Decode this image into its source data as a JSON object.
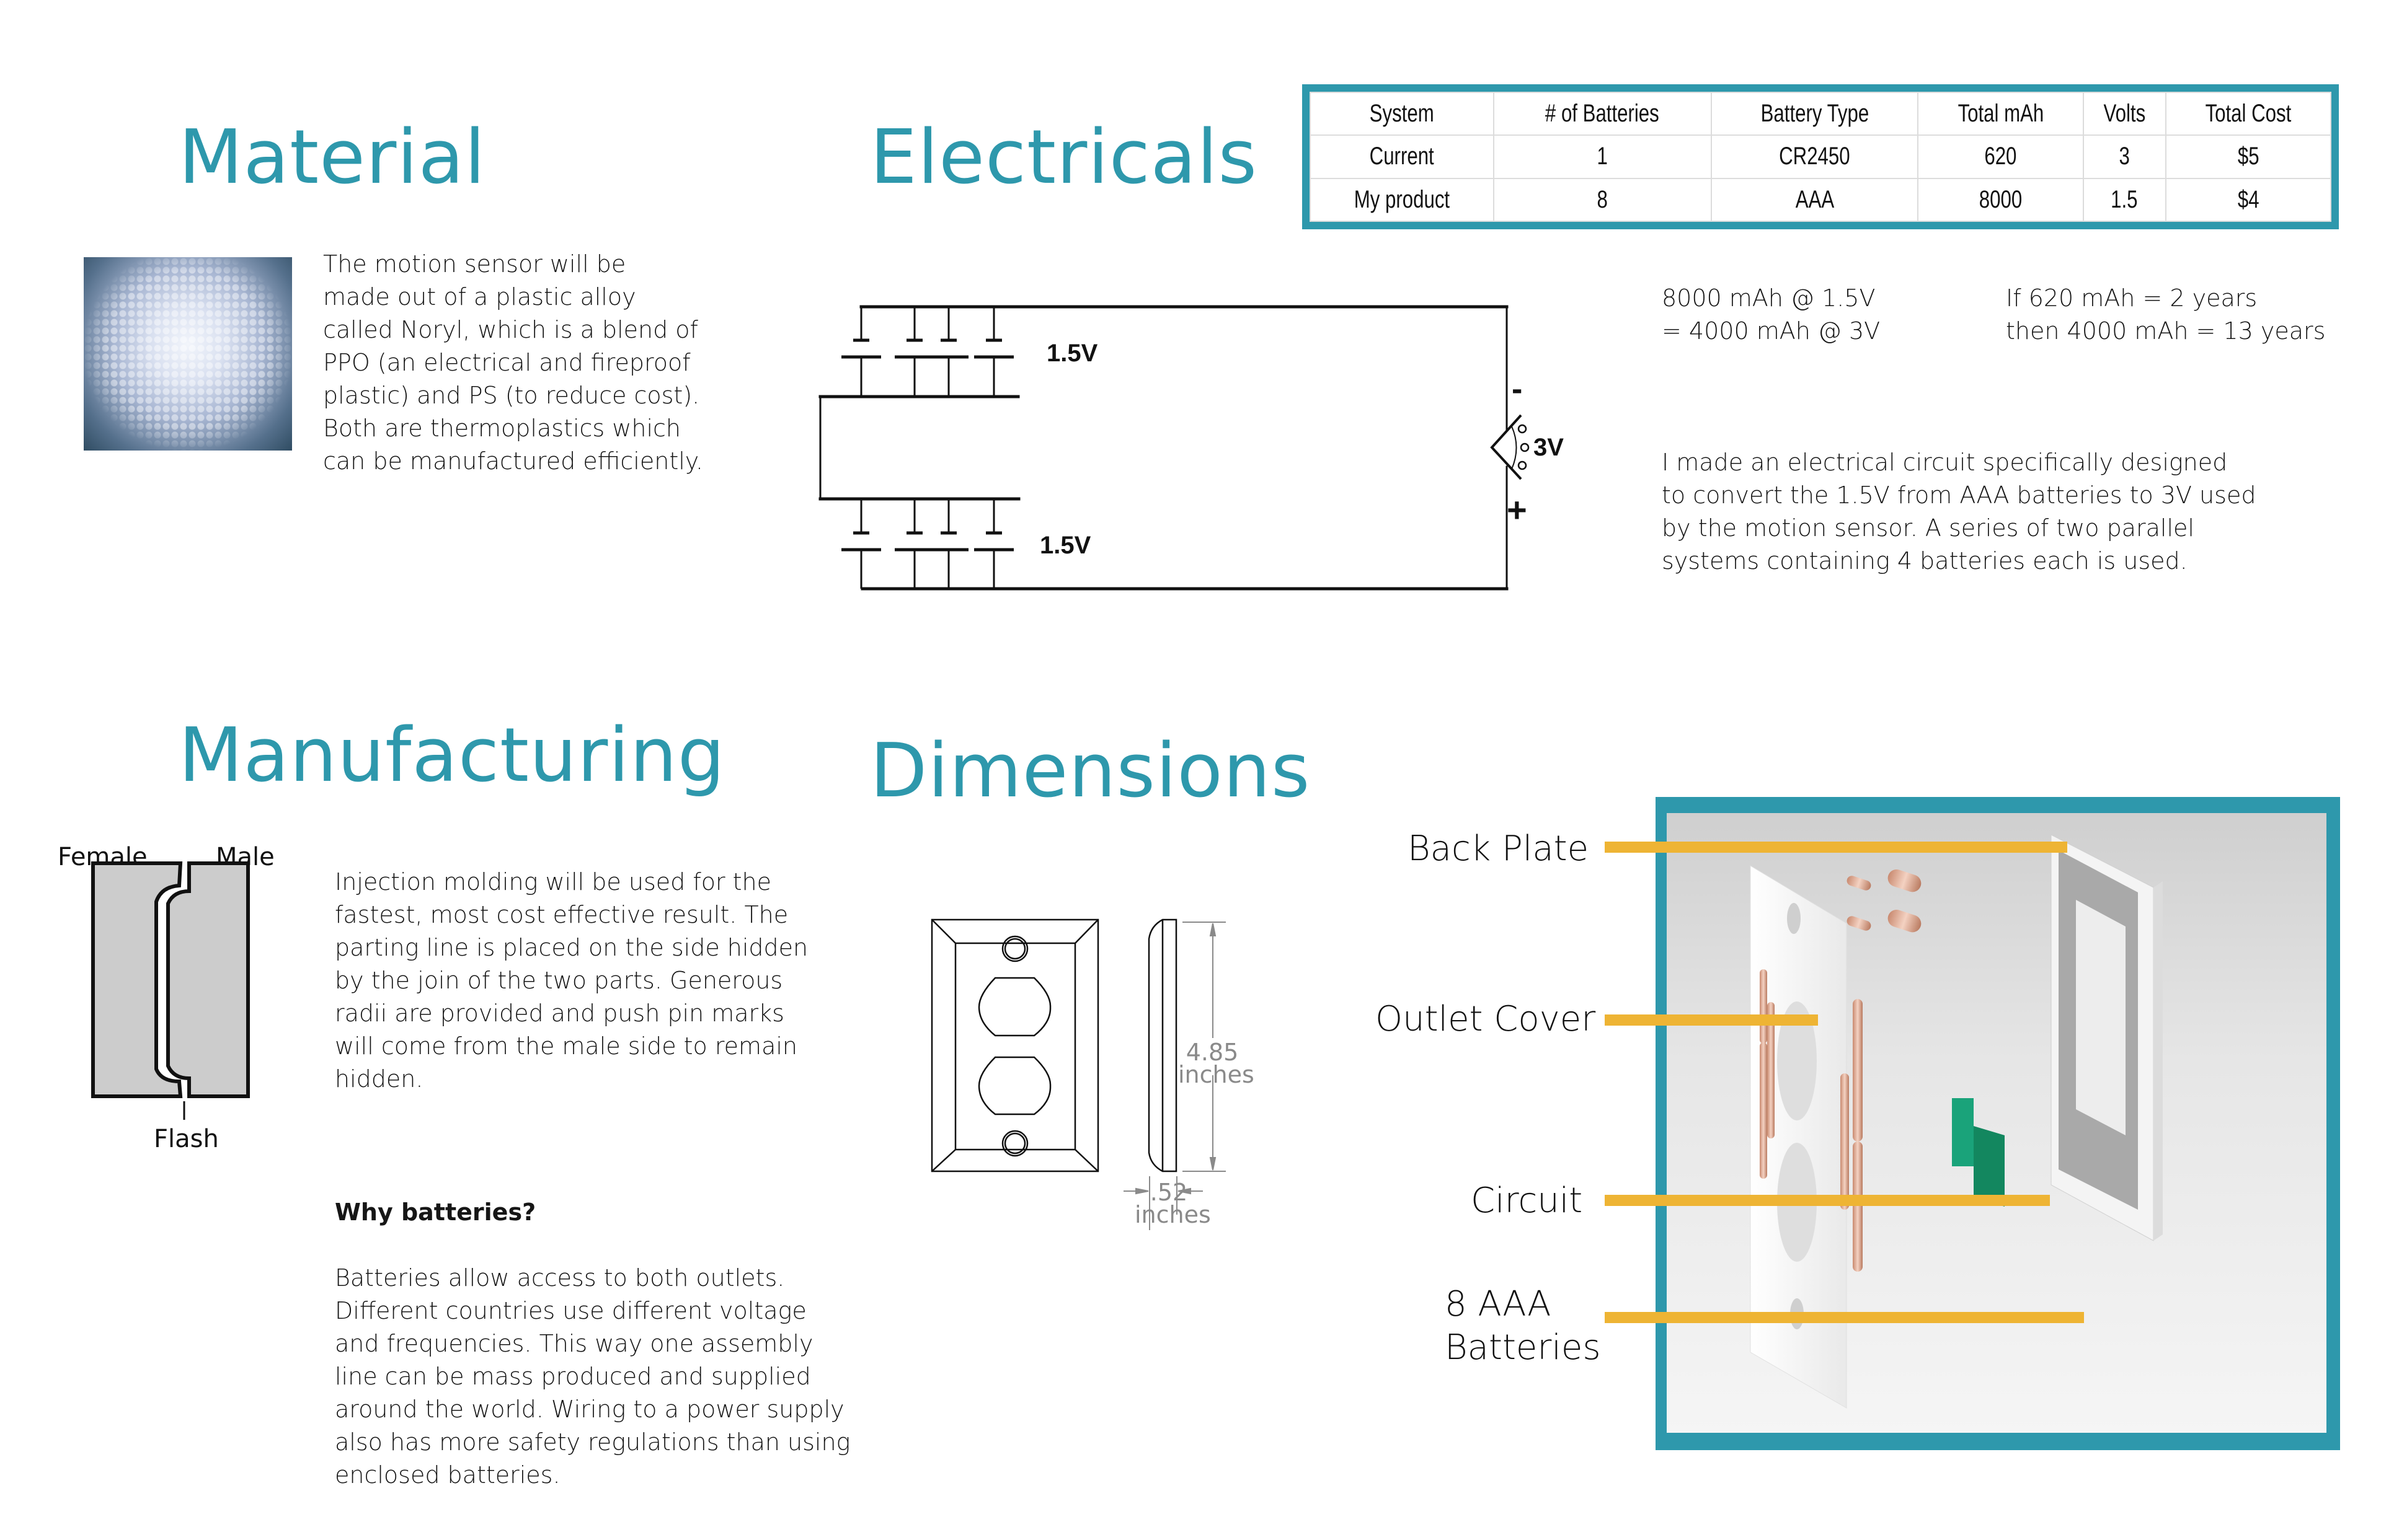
{
  "sections": {
    "material": {
      "title": "Material",
      "image_alt": "noryl-pellets-photo",
      "text_lines": [
        "The motion sensor will be",
        "made out of a plastic alloy",
        "called Noryl, which is a blend of",
        "PPO (an electrical and fireproof",
        "plastic) and PS (to reduce cost).",
        "Both are thermoplastics which",
        "can be manufactured efficiently."
      ]
    },
    "electricals": {
      "title": "Electricals",
      "table": {
        "headers": [
          "System",
          "# of Batteries",
          "Battery Type",
          "Total mAh",
          "Volts",
          "Total Cost"
        ],
        "rows": [
          [
            "Current",
            "1",
            "CR2450",
            "620",
            "3",
            "$5"
          ],
          [
            "My product",
            "8",
            "AAA",
            "8000",
            "1.5",
            "$4"
          ]
        ]
      },
      "circuit": {
        "top_bank_label": "1.5V",
        "bottom_bank_label": "1.5V",
        "sensor_label": "3V",
        "minus_label": "-",
        "plus_label": "+",
        "batteries_per_bank": 4
      },
      "calc_left": [
        "8000 mAh @ 1.5V",
        "= 4000 mAh @ 3V"
      ],
      "calc_right": [
        "If 620 mAh = 2 years",
        "then 4000 mAh = 13 years"
      ],
      "description_lines": [
        "I made an electrical circuit specifically designed",
        "to convert the 1.5V from AAA batteries to 3V used",
        "by the motion sensor. A series of two parallel",
        "systems containing 4 batteries each is used."
      ]
    },
    "manufacturing": {
      "title": "Manufacturing",
      "mold_labels": {
        "female": "Female",
        "male": "Male",
        "flash": "Flash"
      },
      "text_lines": [
        "Injection molding will be used for the",
        "fastest, most cost effective result. The",
        "parting line is placed on the side hidden",
        "by the join of the two parts. Generous",
        "radii are provided and push pin marks",
        "will come from the male side to remain",
        "hidden."
      ],
      "why_title": "Why batteries?",
      "why_lines": [
        "Batteries allow access to both outlets.",
        "Different countries use different voltage",
        "and frequencies. This way one assembly",
        "line can be mass produced and supplied",
        "around the world. Wiring to a power supply",
        "also has more safety regulations than using",
        "enclosed batteries."
      ]
    },
    "dimensions": {
      "title": "Dimensions",
      "height_value": "4.85",
      "height_unit": "inches",
      "depth_value": ".52",
      "depth_unit": "inches",
      "callouts": [
        {
          "label_lines": [
            "Back Plate"
          ]
        },
        {
          "label_lines": [
            "Outlet Cover"
          ]
        },
        {
          "label_lines": [
            "Circuit"
          ]
        },
        {
          "label_lines": [
            "8 AAA",
            "Batteries"
          ]
        }
      ]
    }
  },
  "colors": {
    "accent_teal": "#2e98ac",
    "callout_gold": "#eeb434",
    "mold_gray": "#cccccc",
    "copper": "#d9a58d",
    "circuit_green": "#1aa37a"
  }
}
